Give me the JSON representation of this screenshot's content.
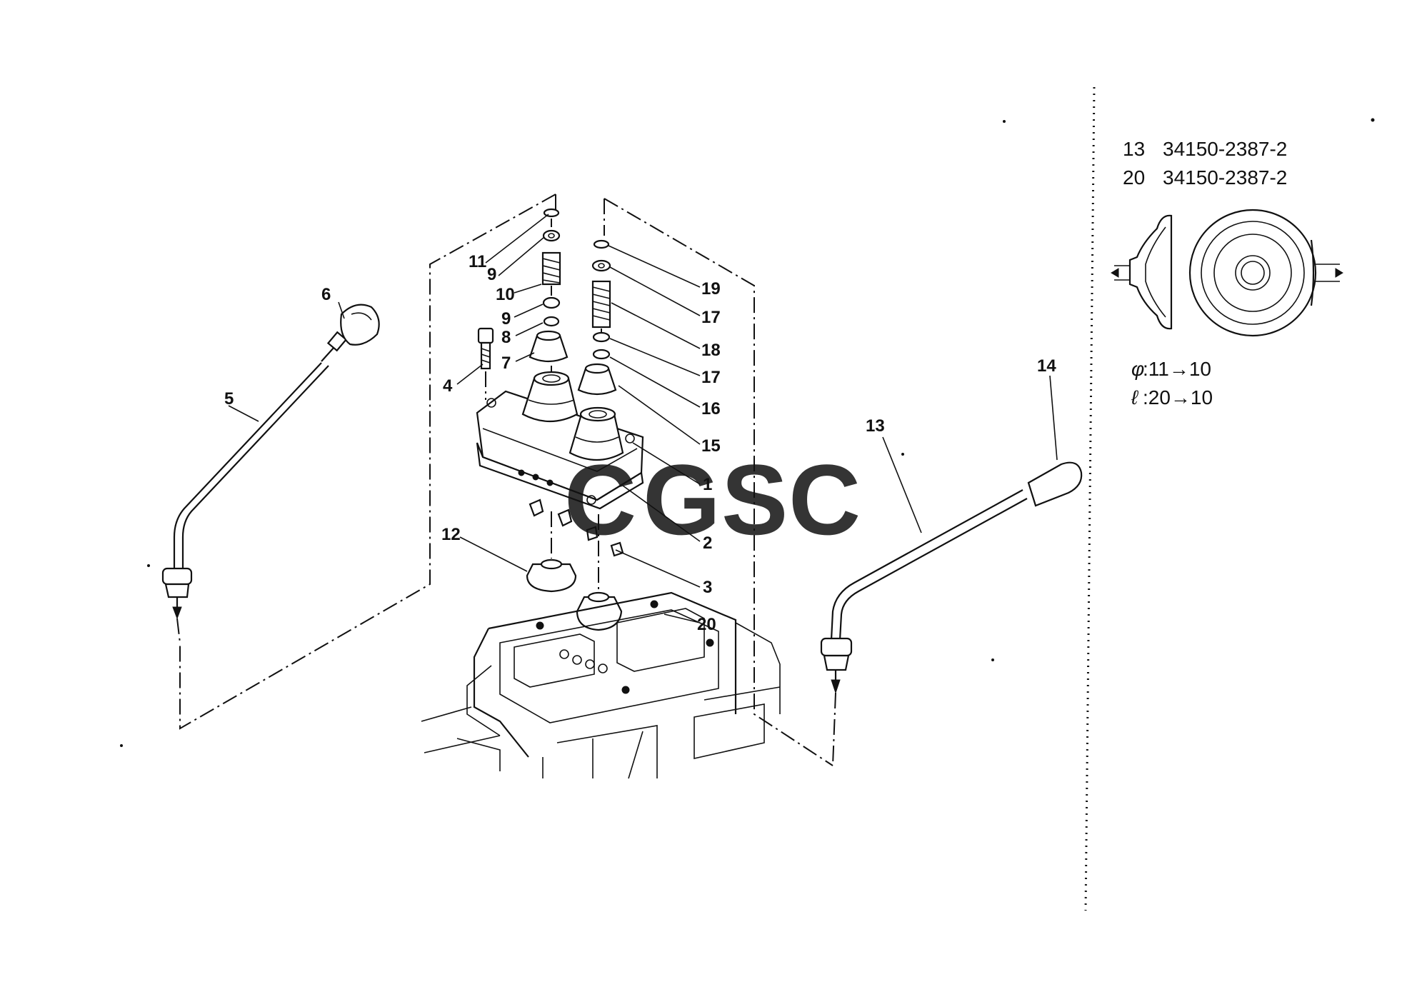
{
  "watermark": {
    "letters": [
      {
        "char": "C",
        "color": "#5b8fe6"
      },
      {
        "char": "G",
        "color": "#ee8e7e"
      },
      {
        "char": "S",
        "color": "#f5d35c"
      },
      {
        "char": "C",
        "color": "#79c79a"
      }
    ]
  },
  "callouts": {
    "p1": "1",
    "p2": "2",
    "p3": "3",
    "p4": "4",
    "p5": "5",
    "p6": "6",
    "p7": "7",
    "p8": "8",
    "p9a": "9",
    "p9b": "9",
    "p10": "10",
    "p11": "11",
    "p12": "12",
    "p13": "13",
    "p14": "14",
    "p15": "15",
    "p16": "16",
    "p17a": "17",
    "p17b": "17",
    "p18": "18",
    "p19": "19",
    "p20": "20"
  },
  "side_panel": {
    "rows": [
      {
        "ref": "13",
        "part_no": "34150-2387-2"
      },
      {
        "ref": "20",
        "part_no": "34150-2387-2"
      }
    ],
    "dims": [
      {
        "symbol": "φ",
        "value": ":11→10"
      },
      {
        "symbol": "ℓ",
        "value": ":20→10"
      }
    ]
  }
}
